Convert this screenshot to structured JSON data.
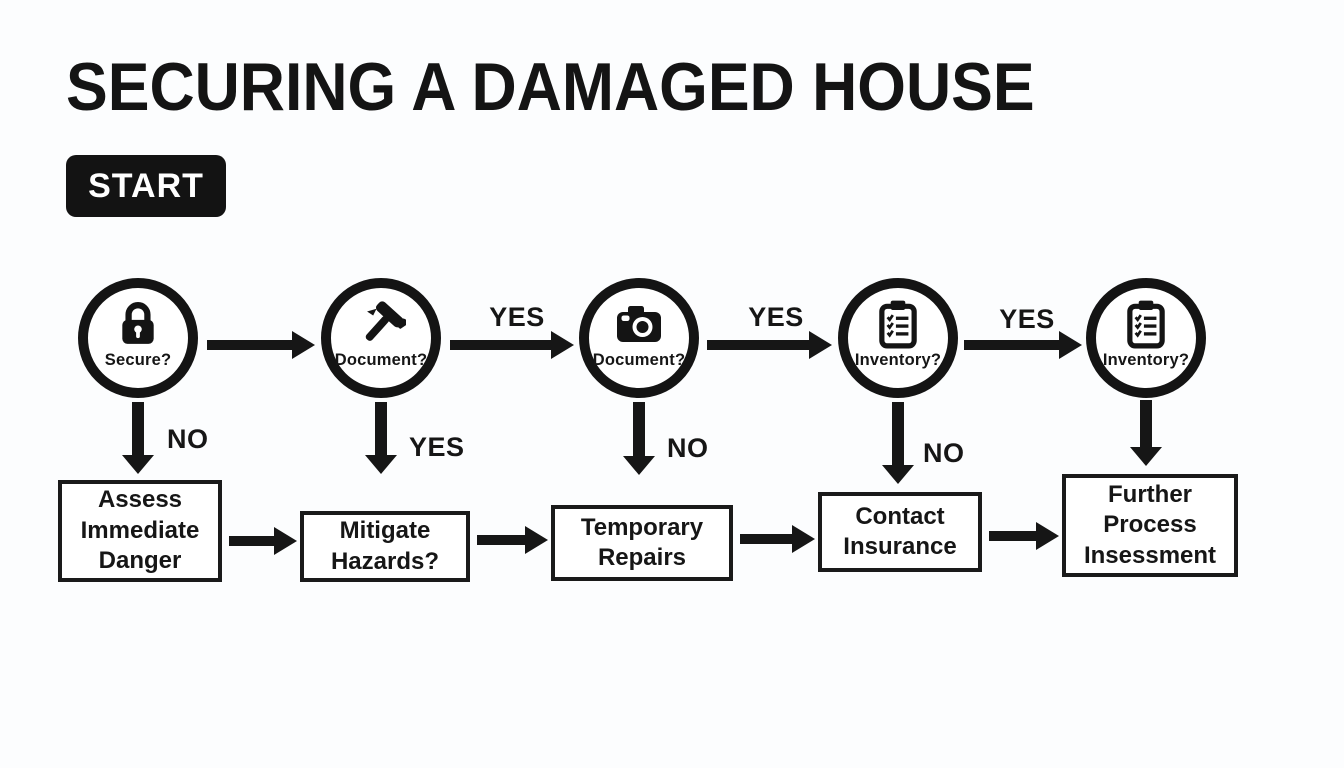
{
  "title": "SECURING A DAMAGED HOUSE",
  "start": {
    "label": "START"
  },
  "colors": {
    "ink": "#161616",
    "background": "#fcfdfe",
    "node_fill": "#ffffff"
  },
  "decisions": [
    {
      "label": "Secure?",
      "icon": "lock-icon"
    },
    {
      "label": "Document?",
      "icon": "hammer-icon"
    },
    {
      "label": "Document?",
      "icon": "camera-icon"
    },
    {
      "label": "Inventory?",
      "icon": "clipboard-icon"
    },
    {
      "label": "Inventory?",
      "icon": "clipboard-icon"
    }
  ],
  "top_edges": [
    {
      "from": "Secure?",
      "to": "Document? (hammer)",
      "label": ""
    },
    {
      "from": "Document? (hammer)",
      "to": "Document? (camera)",
      "label": "YES"
    },
    {
      "from": "Document? (camera)",
      "to": "Inventory? (1)",
      "label": "YES"
    },
    {
      "from": "Inventory? (1)",
      "to": "Inventory? (2)",
      "label": "YES"
    }
  ],
  "down_edges": [
    {
      "from": "Secure?",
      "to": "Assess Immediate Danger",
      "label": "NO"
    },
    {
      "from": "Document? (hammer)",
      "to": "Mitigate Hazards?",
      "label": "YES"
    },
    {
      "from": "Document? (camera)",
      "to": "Temporary Repairs",
      "label": "NO"
    },
    {
      "from": "Inventory? (1)",
      "to": "Contact Insurance",
      "label": "NO"
    },
    {
      "from": "Inventory? (2)",
      "to": "Further Process Insessment",
      "label": ""
    }
  ],
  "actions": [
    {
      "label": "Assess Immediate Danger"
    },
    {
      "label": "Mitigate Hazards?"
    },
    {
      "label": "Temporary Repairs"
    },
    {
      "label": "Contact Insurance"
    },
    {
      "label": "Further Process Insessment"
    }
  ]
}
